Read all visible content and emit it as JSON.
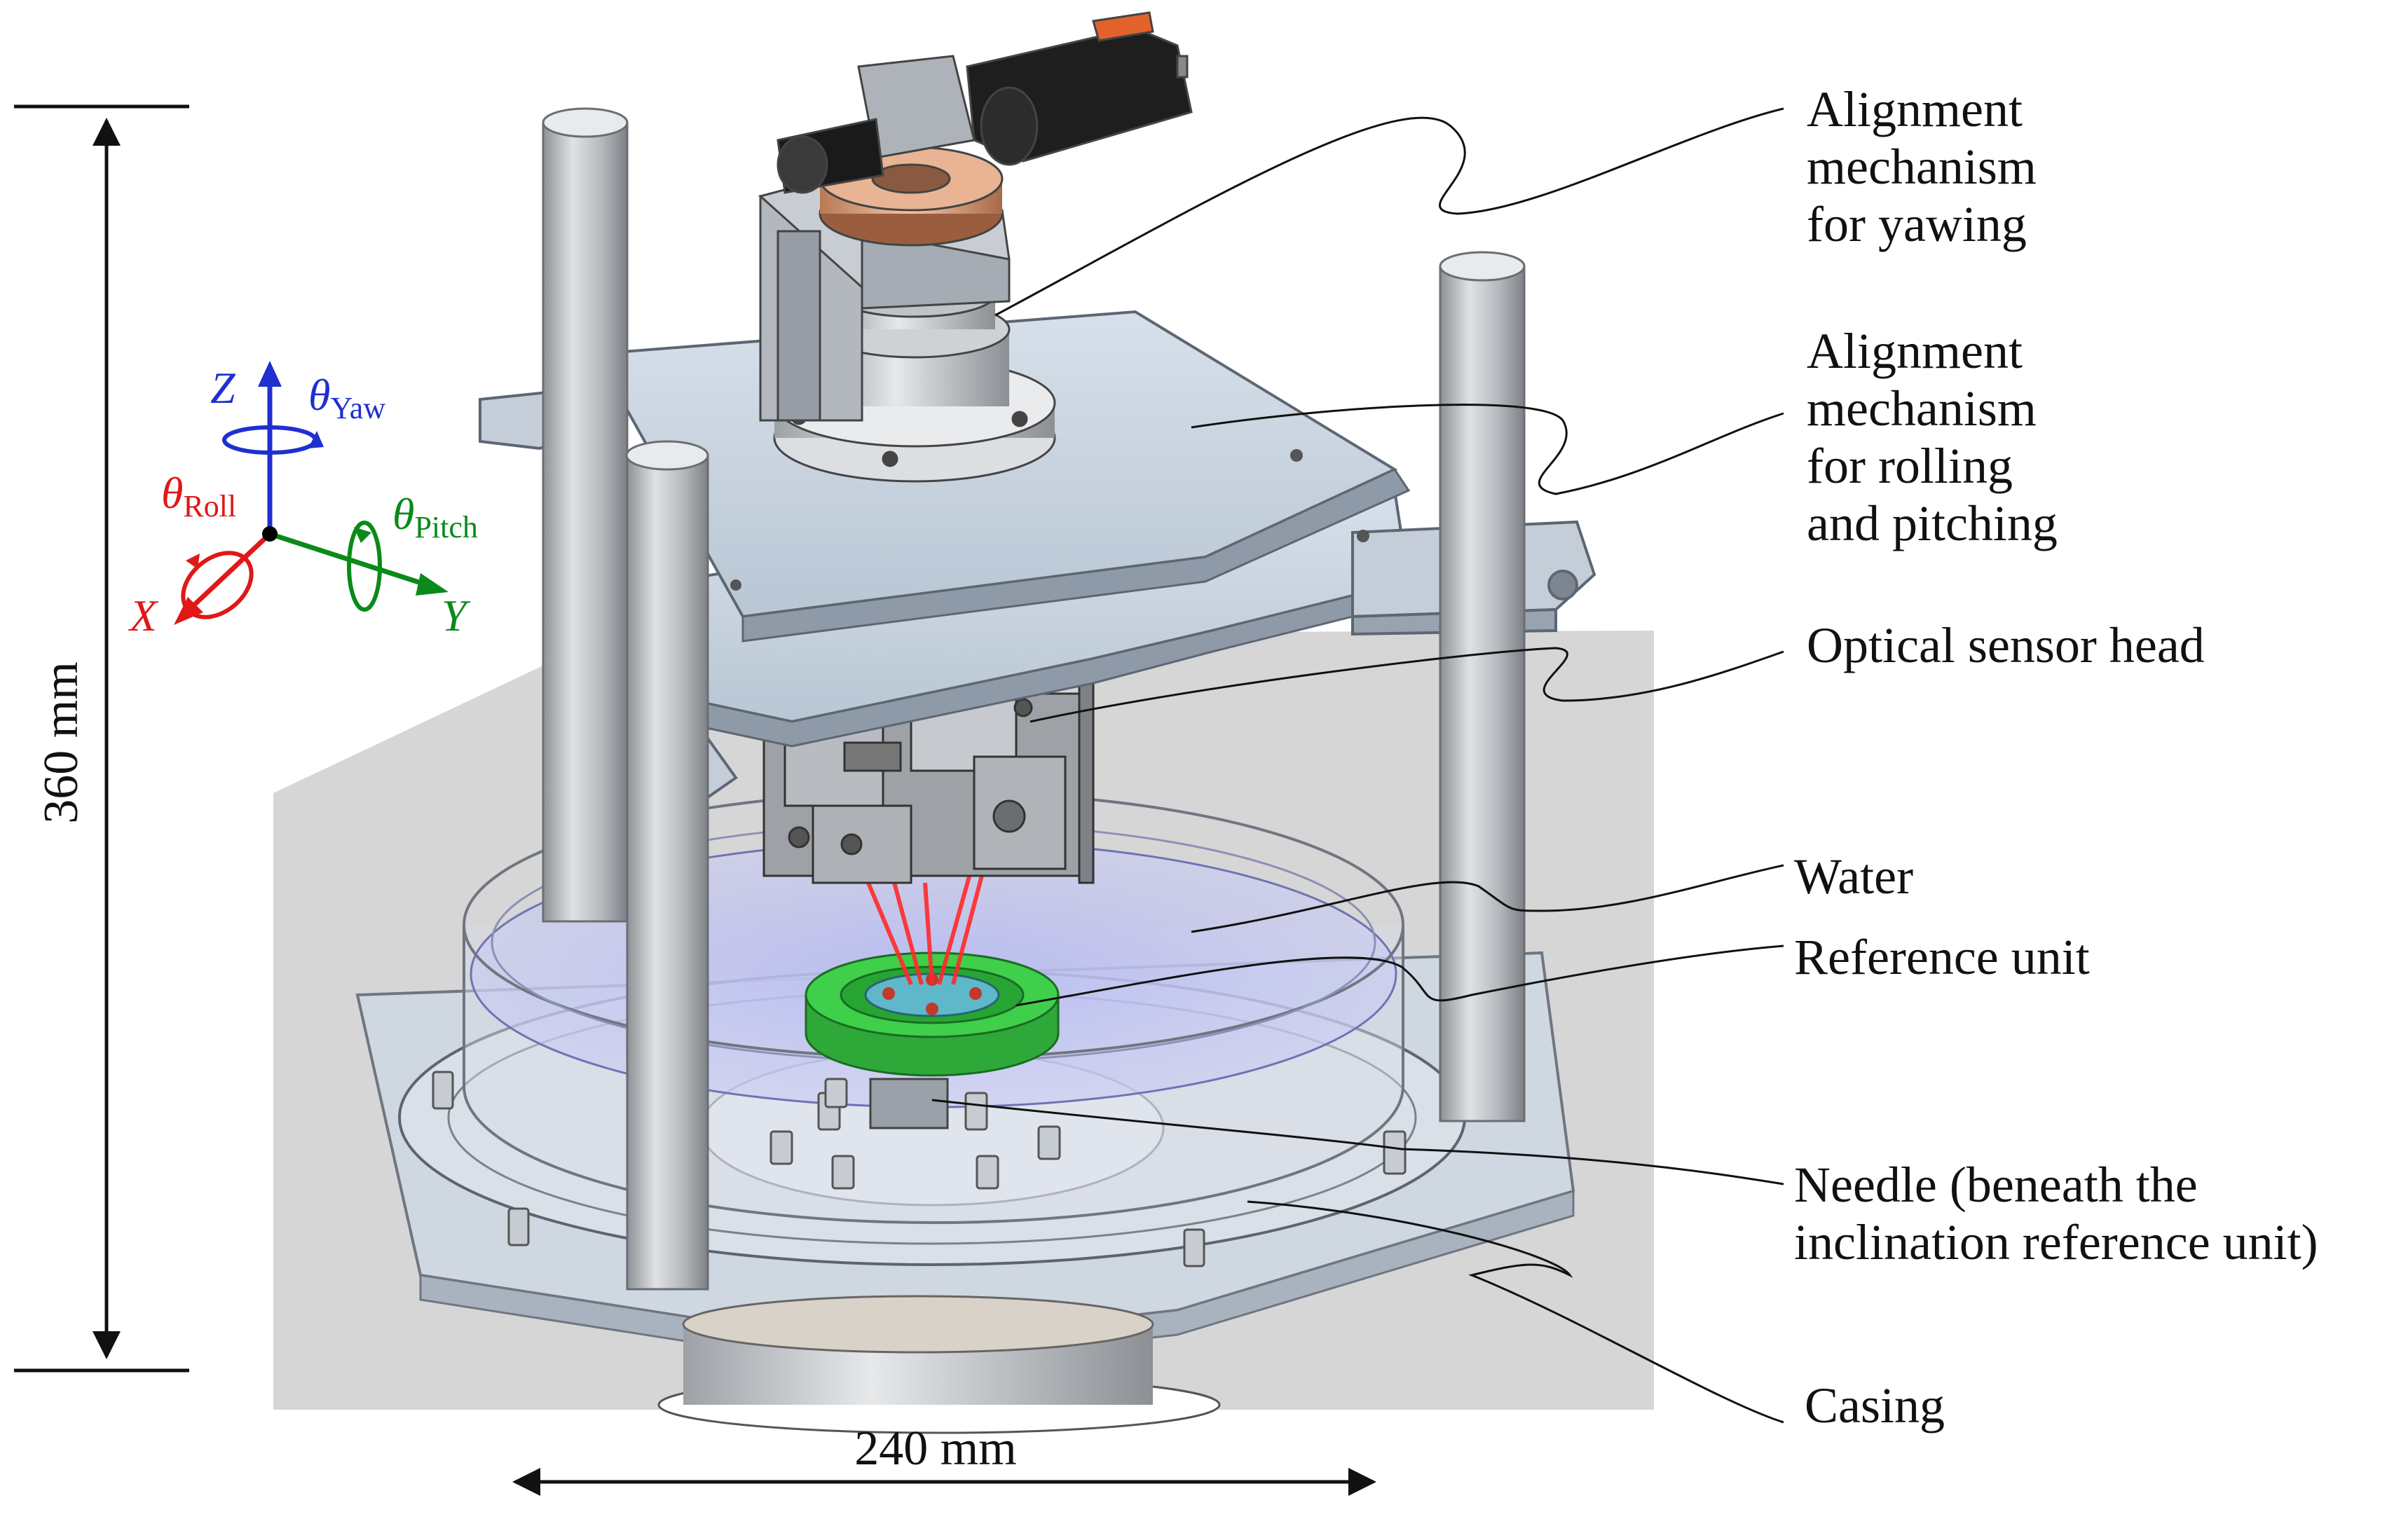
{
  "dimensions": {
    "height_label": "360 mm",
    "width_label": "240 mm"
  },
  "axes": {
    "z": "Z",
    "y": "Y",
    "x": "X",
    "theta": "θ",
    "yaw_sub": "Yaw",
    "pitch_sub": "Pitch",
    "roll_sub": "Roll",
    "colors": {
      "z": "#1f2fd0",
      "y": "#0a8a1a",
      "x": "#e01818"
    }
  },
  "labels": {
    "yawing": [
      "Alignment",
      "mechanism",
      "for yawing"
    ],
    "rolling": [
      "Alignment",
      "mechanism",
      "for rolling",
      "and pitching"
    ],
    "sensor": [
      "Optical sensor head"
    ],
    "water": [
      "Water"
    ],
    "reference": [
      "Reference unit"
    ],
    "needle": [
      "Needle (beneath the",
      "inclination reference unit)"
    ],
    "casing": [
      "Casing"
    ]
  }
}
